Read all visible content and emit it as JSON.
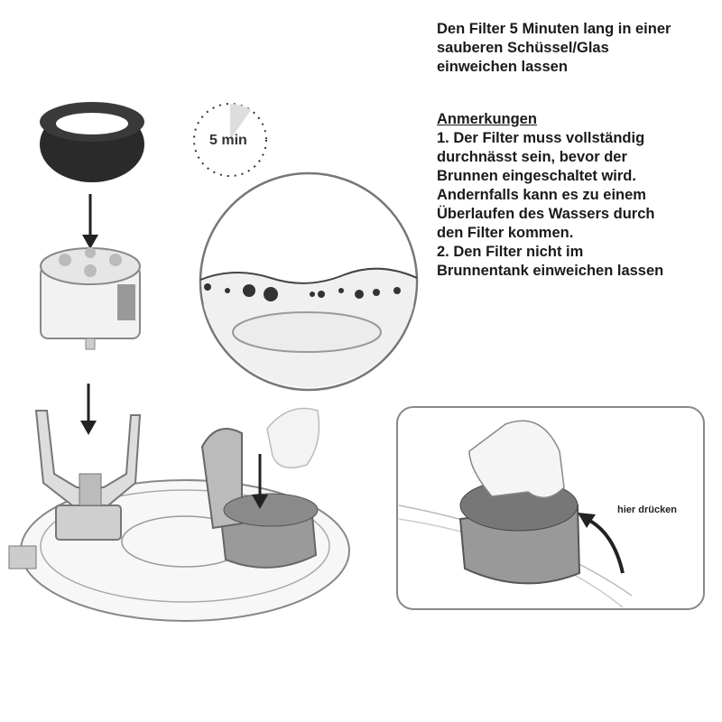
{
  "instruction": {
    "lines": [
      "Den Filter 5 Minuten lang in einer",
      "sauberen Schüssel/Glas",
      "einweichen lassen"
    ]
  },
  "notes": {
    "heading": "Anmerkungen",
    "lines": [
      "1. Der Filter muss vollständig",
      "durchnässt sein, bevor der",
      "Brunnen eingeschaltet wird.",
      "Andernfalls kann es zu einem",
      "Überlaufen des Wassers durch",
      "den Filter kommen.",
      "2. Den Filter nicht im",
      "Brunnentank einweichen lassen"
    ]
  },
  "timer": {
    "label": "5 min"
  },
  "press_label": "hier drücken"
}
